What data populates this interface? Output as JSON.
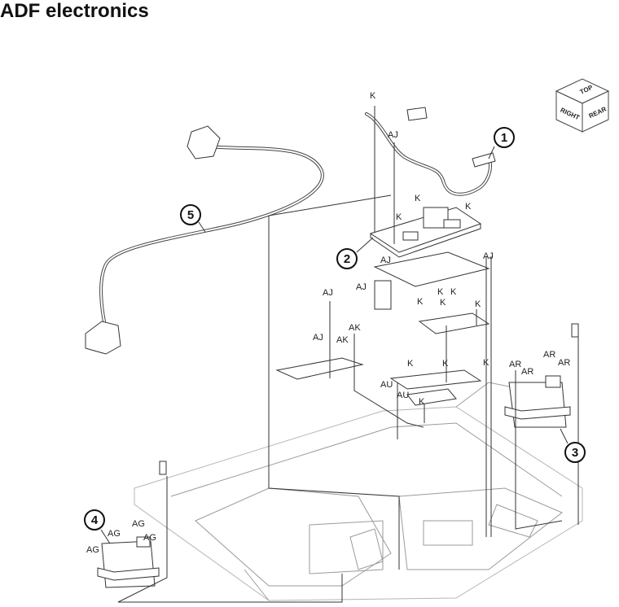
{
  "page": {
    "title": "ADF electronics"
  },
  "orientation_cube": {
    "top": "TOP",
    "right": "RIGHT",
    "rear": "REAR"
  },
  "callouts": [
    "1",
    "2",
    "3",
    "4",
    "5"
  ],
  "labels": {
    "k": "K",
    "aj": "AJ",
    "ak": "AK",
    "au": "AU",
    "ar": "AR",
    "ag": "AG"
  },
  "colors": {
    "line": "#333333",
    "light": "#9a9a9a",
    "frame": "#b5b5b5"
  }
}
